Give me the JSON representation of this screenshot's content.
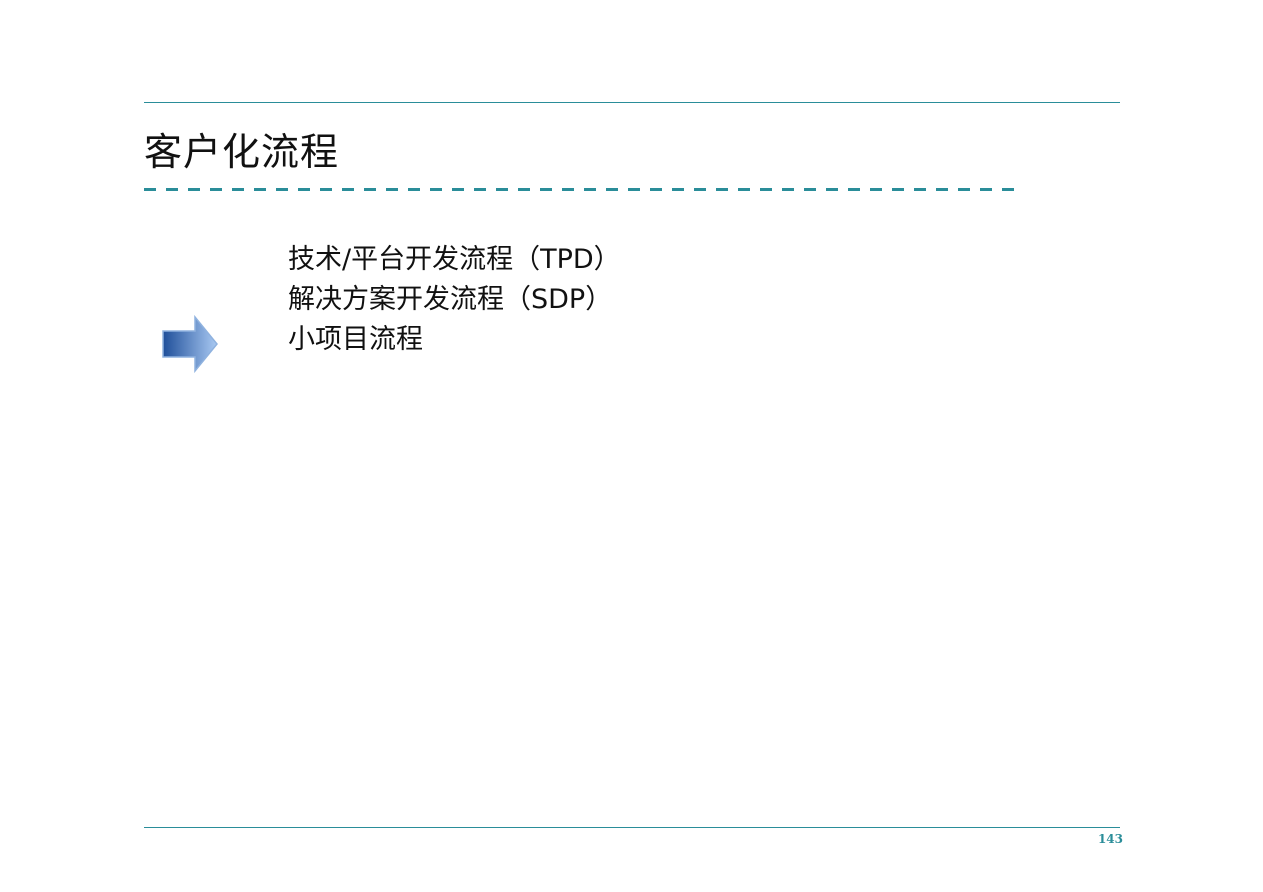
{
  "slide": {
    "title": "客户化流程",
    "items": [
      {
        "label": "技术/平台开发流程（TPD）"
      },
      {
        "label": "解决方案开发流程（SDP）"
      },
      {
        "label": "小项目流程"
      }
    ],
    "current_item_index": 2,
    "page_number": "143",
    "colors": {
      "accent": "#2a8d99",
      "arrow_dark": "#1f4f9a",
      "arrow_light": "#a9c9f2"
    },
    "icons": {
      "current_marker": "right-arrow-icon"
    }
  }
}
